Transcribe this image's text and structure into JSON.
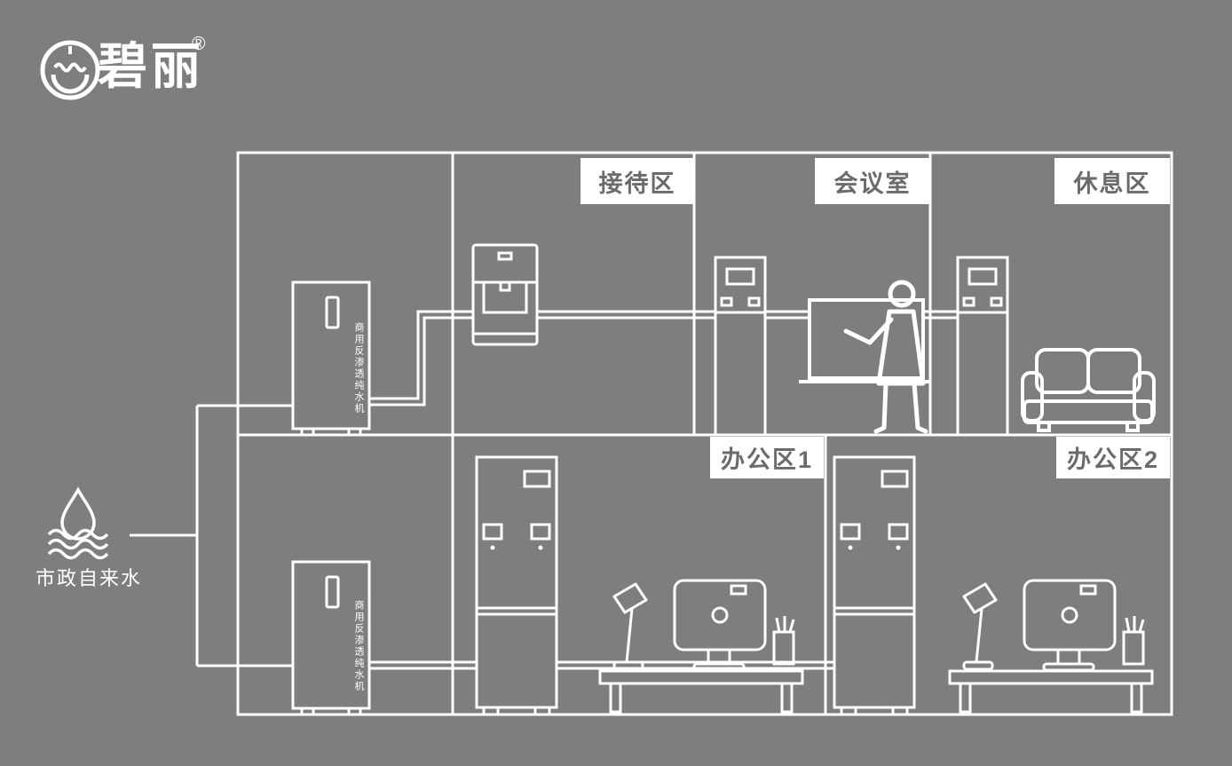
{
  "colors": {
    "background": "#7e7e7e",
    "line": "#ffffff",
    "label_bg": "#ffffff",
    "label_text": "#6b6b6b"
  },
  "logo": {
    "brand": "碧丽",
    "registered": "®"
  },
  "water_source": {
    "label": "市政自来水"
  },
  "rooms": [
    {
      "id": "reception",
      "label": "接待区"
    },
    {
      "id": "meeting-room",
      "label": "会议室"
    },
    {
      "id": "lounge",
      "label": "休息区"
    },
    {
      "id": "office-1",
      "label": "办公区1"
    },
    {
      "id": "office-2",
      "label": "办公区2"
    }
  ],
  "devices": {
    "purifier_top": {
      "label": "商用反渗透纯水机"
    },
    "purifier_bottom": {
      "label": "商用反渗透纯水机"
    }
  }
}
